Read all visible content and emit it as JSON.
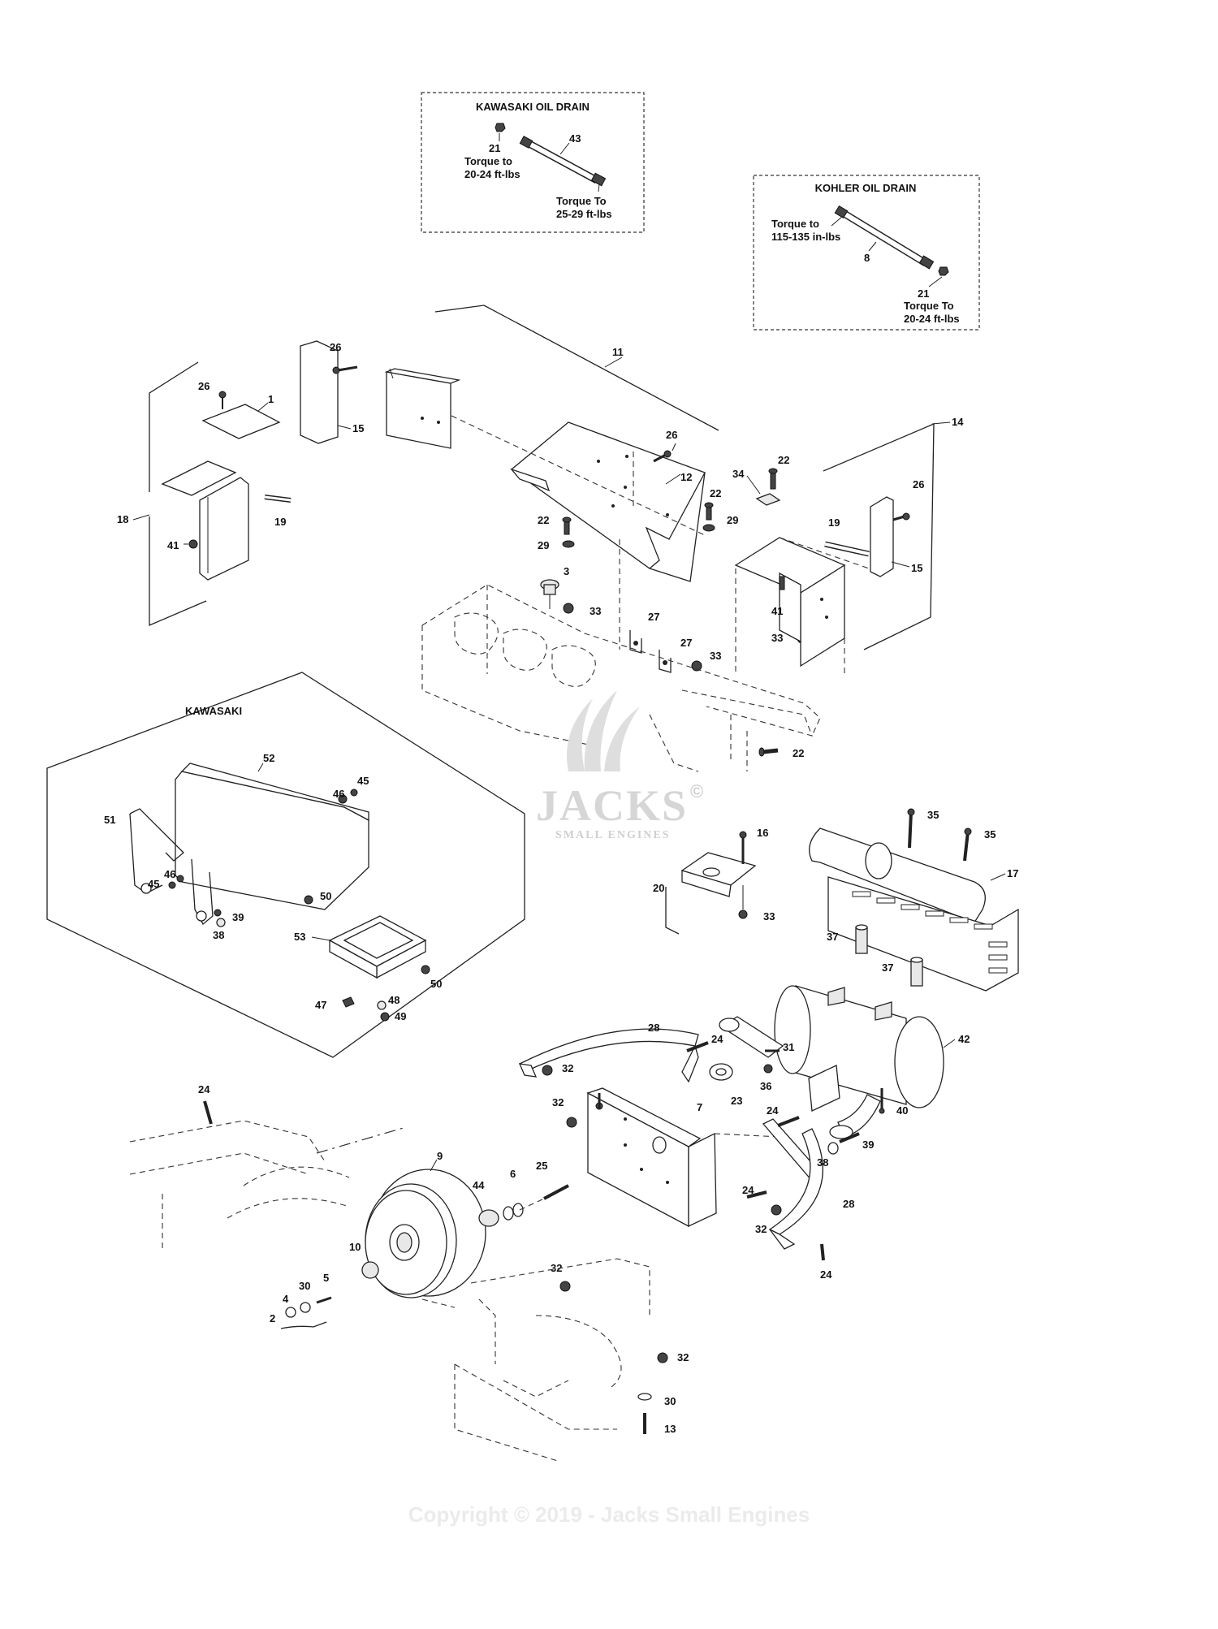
{
  "boxes": {
    "kawasaki_oil_drain": {
      "title": "KAWASAKI OIL DRAIN",
      "note_21": "Torque to\n20-24 ft-lbs",
      "note_43": "Torque To\n25-29 ft-lbs"
    },
    "kohler_oil_drain": {
      "title": "KOHLER OIL DRAIN",
      "note_8": "Torque to\n115-135 in-lbs",
      "note_21": "Torque To\n20-24 ft-lbs"
    },
    "kawasaki_inset": {
      "title": "KAWASAKI"
    }
  },
  "callouts": [
    "1",
    "2",
    "3",
    "4",
    "5",
    "6",
    "7",
    "8",
    "9",
    "10",
    "11",
    "12",
    "13",
    "14",
    "15",
    "16",
    "17",
    "18",
    "19",
    "20",
    "21",
    "22",
    "23",
    "24",
    "25",
    "26",
    "27",
    "28",
    "29",
    "30",
    "31",
    "32",
    "33",
    "34",
    "35",
    "36",
    "37",
    "38",
    "39",
    "40",
    "41",
    "42",
    "43",
    "44",
    "45",
    "46",
    "47",
    "48",
    "49",
    "50",
    "51",
    "52",
    "53"
  ],
  "watermark": {
    "brand": "JACKS",
    "registered": "©",
    "sub": "SMALL ENGINES",
    "copyright": "Copyright © 2019 - Jacks Small Engines"
  }
}
